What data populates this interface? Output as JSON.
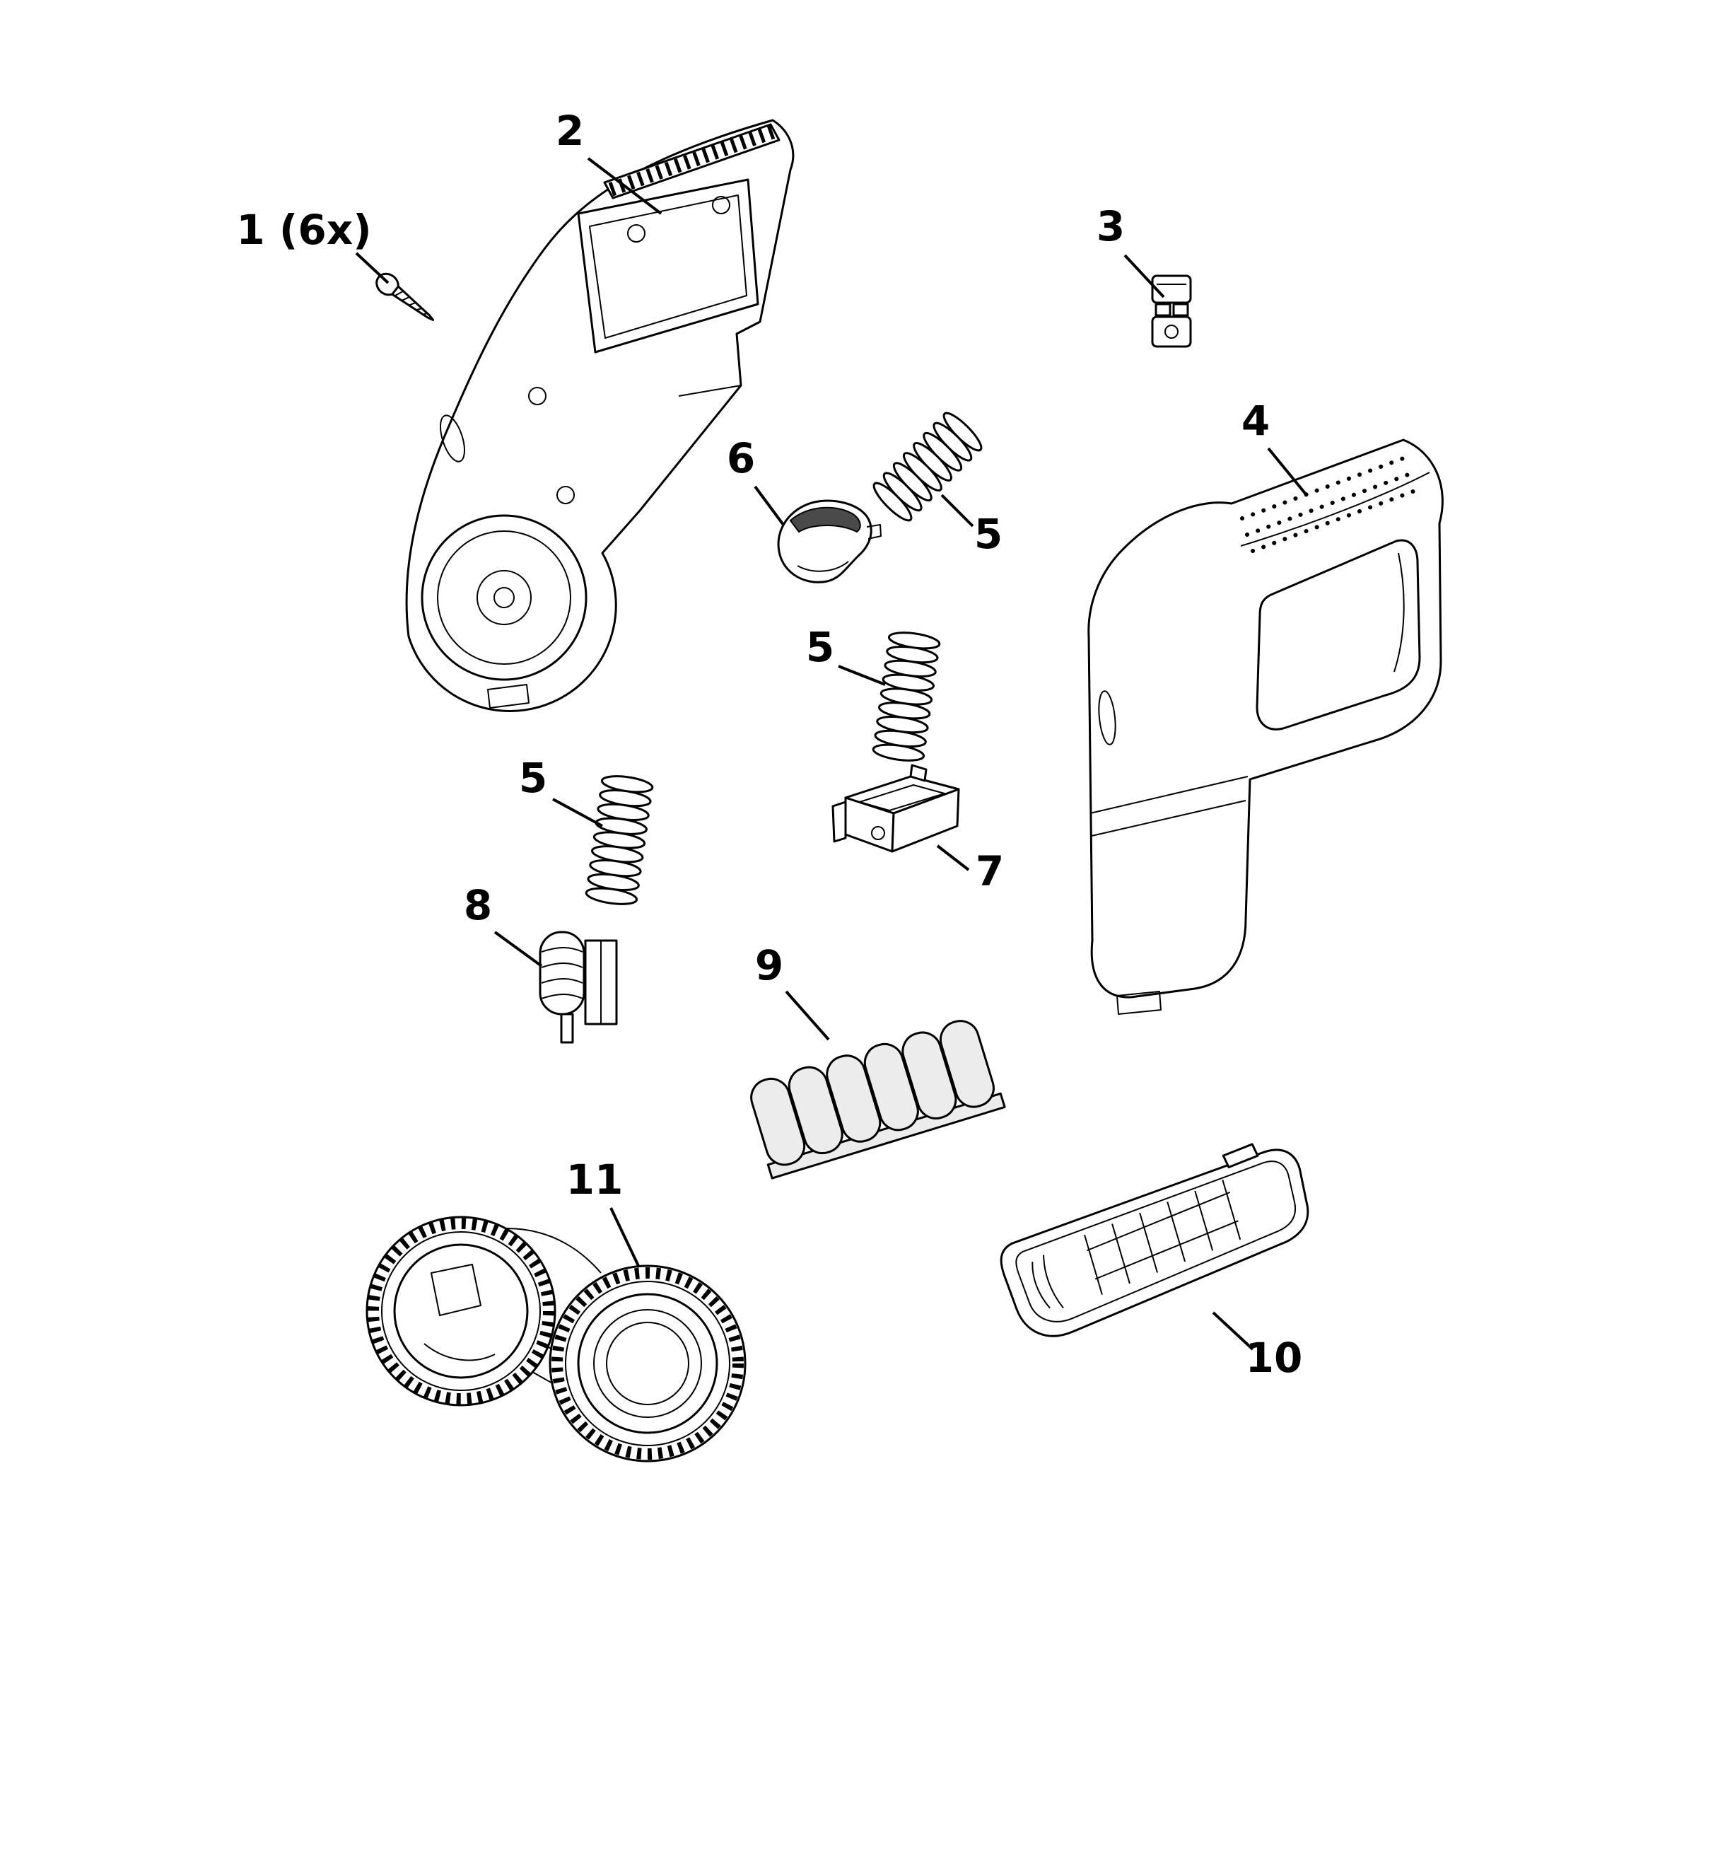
{
  "diagram": {
    "type": "exploded-parts-diagram",
    "subject": "handheld power tool housing assembly",
    "colors": {
      "line": "#000000",
      "background": "#ffffff",
      "shade": "#ececec"
    },
    "parts": [
      {
        "label": "1 (6x)",
        "name": "screw"
      },
      {
        "label": "2",
        "name": "left-housing-half"
      },
      {
        "label": "3",
        "name": "latch-clip"
      },
      {
        "label": "4",
        "name": "right-housing-half"
      },
      {
        "label": "5",
        "name": "spring-upper"
      },
      {
        "label": "5",
        "name": "spring-middle"
      },
      {
        "label": "5",
        "name": "spring-lower"
      },
      {
        "label": "6",
        "name": "trigger-button"
      },
      {
        "label": "7",
        "name": "slide-bracket"
      },
      {
        "label": "8",
        "name": "switch"
      },
      {
        "label": "9",
        "name": "battery-pack"
      },
      {
        "label": "10",
        "name": "bottom-cover"
      },
      {
        "label": "11",
        "name": "wheel-assembly"
      }
    ]
  }
}
